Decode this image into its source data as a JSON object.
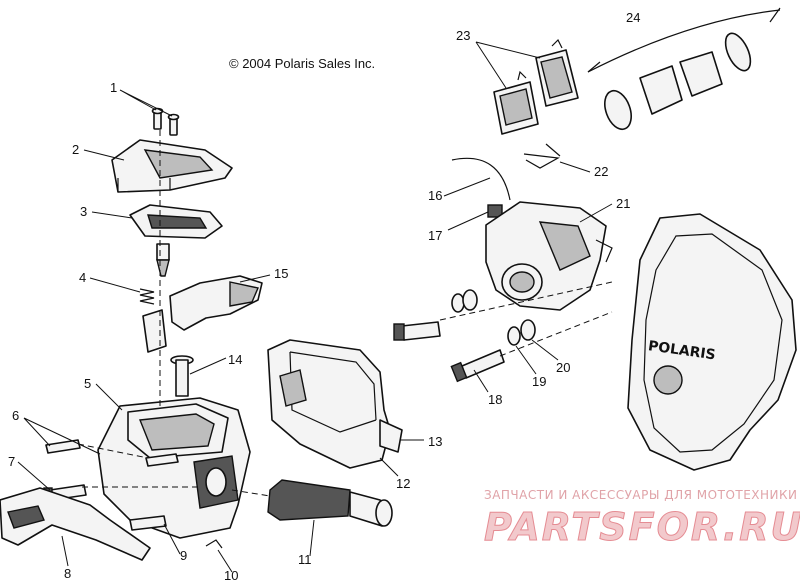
{
  "copyright": "© 2004 Polaris Sales Inc.",
  "watermark": {
    "caption": "ЗАПЧАСТИ И АКСЕССУАРЫ ДЛЯ МОТОТЕХНИКИ",
    "logo": "PARTSFOR.RU"
  },
  "cover_brand": "POLARIS",
  "callouts": {
    "c1": "1",
    "c2": "2",
    "c3": "3",
    "c4": "4",
    "c5": "5",
    "c6": "6",
    "c7": "7",
    "c8": "8",
    "c9": "9",
    "c10": "10",
    "c11": "11",
    "c12": "12",
    "c13": "13",
    "c14": "14",
    "c15": "15",
    "c16": "16",
    "c17": "17",
    "c18": "18",
    "c19": "19",
    "c20": "20",
    "c21": "21",
    "c22": "22",
    "c23": "23",
    "c24": "24"
  }
}
